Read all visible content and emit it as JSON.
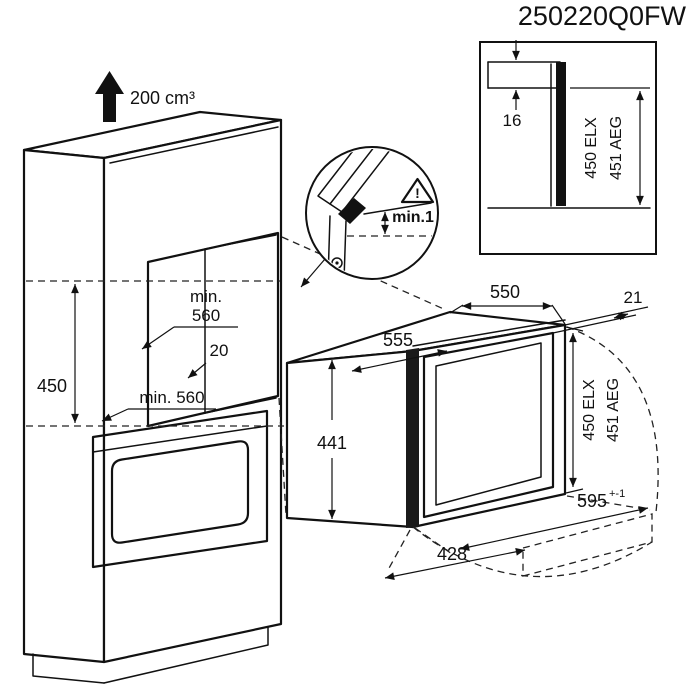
{
  "title": "250220Q0FW",
  "colors": {
    "ink": "#111111",
    "background": "#ffffff"
  },
  "cabinet": {
    "vent_volume": "200 cm³",
    "niche_width_min_label": "min.",
    "niche_width_min_value": "560",
    "rail_setback": "20",
    "niche_height": "450",
    "niche_depth_min": "min. 560"
  },
  "hinge_detail": {
    "min_gap": "min.1",
    "warning_mark": "!"
  },
  "rear_detail": {
    "top_gap": "16",
    "niche_height_elx": "450 ELX",
    "niche_height_aeg": "451 AEG"
  },
  "appliance": {
    "depth": "550",
    "frame_overhang": "21",
    "body_width": "555",
    "body_height": "441",
    "niche_height_elx": "450 ELX",
    "niche_height_aeg": "451 AEG",
    "front_width": "595",
    "front_width_tolerance": "+-1",
    "open_door_depth": "428"
  }
}
